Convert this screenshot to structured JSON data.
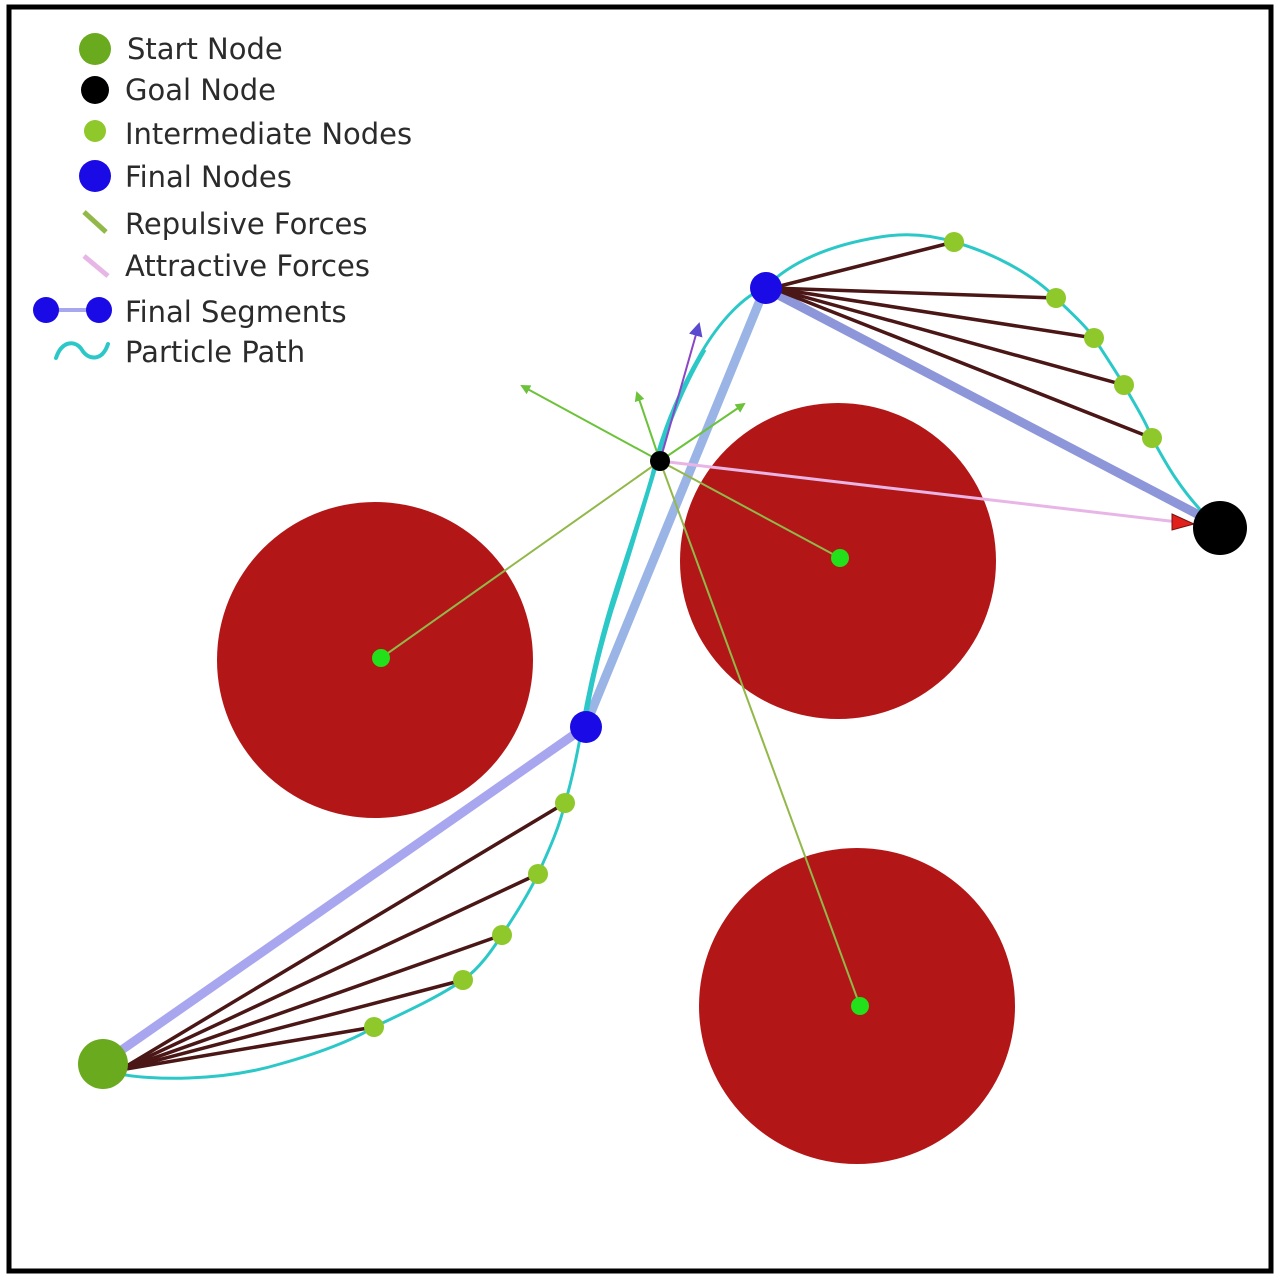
{
  "legend": {
    "start_node": "Start Node",
    "goal_node": "Goal Node",
    "intermediate_nodes": "Intermediate Nodes",
    "final_nodes": "Final Nodes",
    "repulsive_forces": "Repulsive Forces",
    "attractive_forces": "Attractive Forces",
    "final_segments": "Final Segments",
    "particle_path": "Particle Path"
  },
  "colors": {
    "obstacle": "#b31616",
    "obstacle_center": "#22e01a",
    "start_node": "#6aaa1e",
    "goal_node": "#000000",
    "intermediate_node": "#8ec82a",
    "final_node": "#1a0ae6",
    "repulsive_force": "#92b84a",
    "attractive_force": "#e8b6e6",
    "final_segment": "#a8a6ee",
    "particle_path": "#2cc8c8",
    "connection": "#4a1616",
    "resultant_force": "#8a46c6",
    "frame": "#000000"
  },
  "icons": {
    "repulsive_legend": "diagonal-line-icon",
    "attractive_legend": "diagonal-line-icon",
    "final_segments_legend": "dumbbell-icon",
    "particle_path_legend": "wave-icon",
    "attractive_arrowhead": "triangle-arrowhead-icon"
  }
}
